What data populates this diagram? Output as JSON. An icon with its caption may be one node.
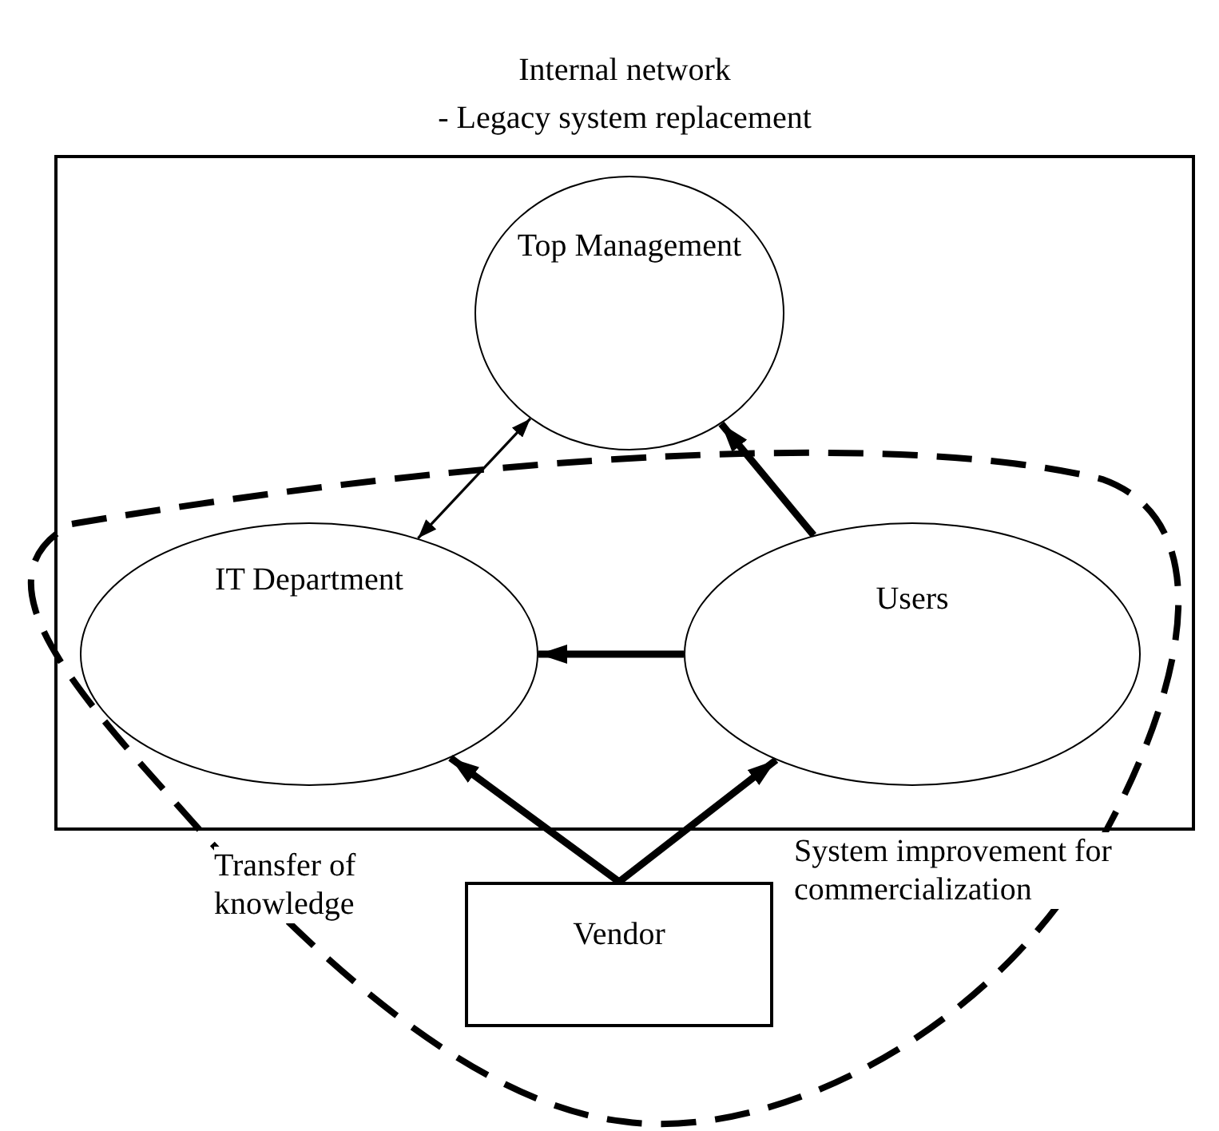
{
  "diagram": {
    "nodes": [
      {
        "text": [
          "Internal network",
          "- Legacy system replacement"
        ]
      },
      {
        "text": [
          "Top Management"
        ],
        "in": 0
      },
      {
        "text": [
          "IT Department"
        ],
        "in": 0
      },
      {
        "text": [
          "Users"
        ],
        "in": 0
      },
      {
        "text": [
          "Vendor"
        ]
      }
    ],
    "edges": [
      {
        "from": 2,
        "to": 1,
        "arrow": "both"
      },
      {
        "from": 3,
        "to": 1,
        "arrow": "to"
      },
      {
        "from": 3,
        "to": 2,
        "arrow": "to"
      },
      {
        "from": 4,
        "to": 2,
        "arrow": "to",
        "label": "Transfer of knowledge"
      },
      {
        "from": 4,
        "to": 3,
        "arrow": "to",
        "label": "System improvement for commercialization"
      }
    ]
  }
}
